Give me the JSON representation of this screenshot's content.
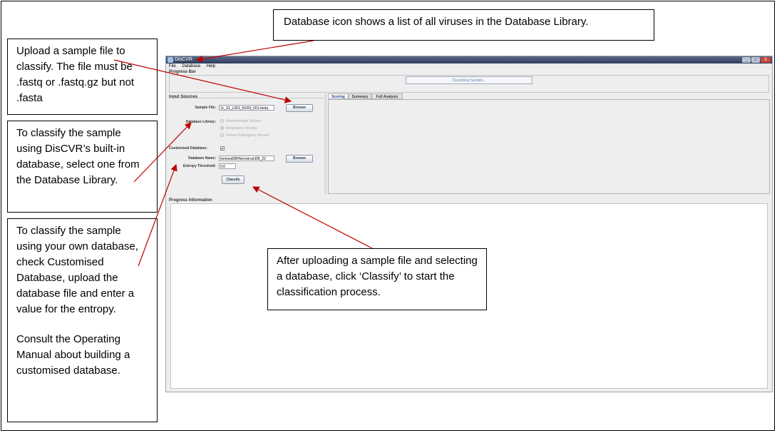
{
  "callouts": {
    "database_icon": "Database icon shows a list of all viruses in the Database Library.",
    "upload": "Upload a sample file to classify. The file must be .fastq or .fastq.gz but not .fasta",
    "builtin": "To classify the sample using DisCVR’s built-in database, select one from the Database Library.",
    "custom": "To classify the sample using your own database, check Customised Database, upload the database file and enter a value for the entropy.",
    "manual": "Consult the Operating Manual about building a customised database.",
    "classify": "After uploading a sample file and selecting a database, click ‘Classify’ to start the classification process."
  },
  "window": {
    "title": "DisCVR",
    "minimize": "_",
    "maximize": "□",
    "close": "X"
  },
  "menu": {
    "file": "File",
    "database": "Database",
    "help": "Help"
  },
  "progress": {
    "title": "Progress Bar",
    "status": "Classifying Sample..."
  },
  "input_sources": {
    "title": "Input Sources",
    "sample_file_label": "Sample File:",
    "sample_file_value": "11_S1_L001_R1R2_001.fastq",
    "browse_label": "Browse",
    "library_label": "Database Library:",
    "library_options": [
      "Haemorrhagic Viruses",
      "Respiratory Viruses",
      "Human Pathogenic Viruses"
    ],
    "custom_db_label": "Customised Database:",
    "custom_db_checked": "✔",
    "db_name_label": "Database Name:",
    "db_name_value": "tomisedDB\\Norovirus\\DB_22",
    "entropy_label": "Entropy Threshold:",
    "entropy_value": "0.0",
    "classify_label": "Classify"
  },
  "tabs": [
    "Scoring",
    "Summary",
    "Full Analysis"
  ],
  "progress_info": {
    "title": "Progress Information"
  },
  "colors": {
    "arrow": "#c00000",
    "titlebar": "#2e3d5c"
  }
}
